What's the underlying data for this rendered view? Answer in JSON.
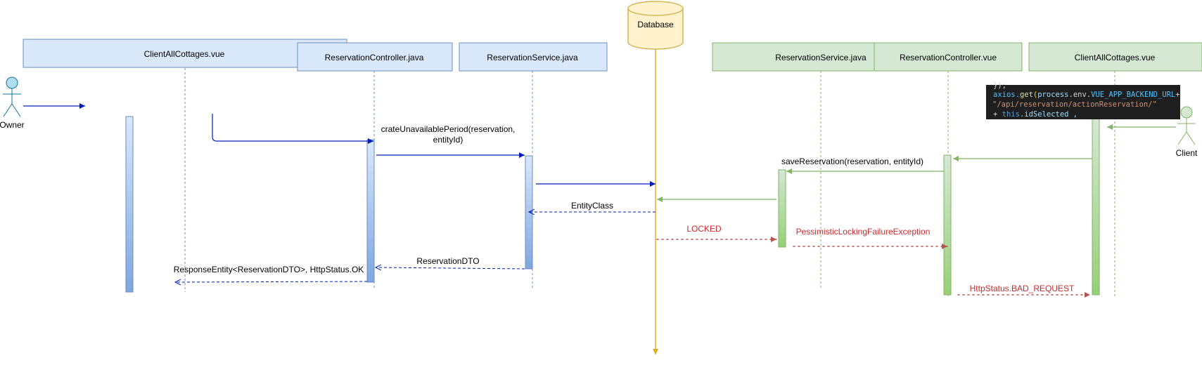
{
  "actors": {
    "owner": "Owner",
    "client": "Client"
  },
  "database": "Database",
  "left_lanes": {
    "client_all_cottages": "ClientAllCottages.vue",
    "reservation_controller": "ReservationController.java",
    "reservation_service": "ReservationService.java"
  },
  "right_lanes": {
    "reservation_service": "ReservationService.java",
    "reservation_controller": "ReservationController.vue",
    "client_all_cottages": "ClientAllCottages.vue"
  },
  "messages": {
    "crate_unavailable_line1": "crateUnavailablePeriod(reservation,",
    "crate_unavailable_line2": "entityId)",
    "entity_class": "EntityClass",
    "reservation_dto": "ReservationDTO",
    "response_entity": "ResponseEntity<ReservationDTO>, HttpStatus.OK",
    "save_reservation": "saveReservation(reservation, entityId)",
    "locked": "LOCKED",
    "pessimistic": "PessimisticLockingFailureException",
    "bad_request": "HttpStatus.BAD_REQUEST"
  },
  "code_snippet": {
    "line0": "});",
    "line1_a": "axios.",
    "line1_b": "get",
    "line1_c": "(",
    "line1_d": "process",
    "line1_e": ".env.",
    "line1_f": "VUE_APP_BACKEND_URL",
    "line1_g": "+",
    "line2": "\"/api/reservation/actionReservation/\"",
    "line3_a": "+ ",
    "line3_b": "this",
    "line3_c": ".idSelected ,"
  },
  "colors": {
    "blue_fill": "#dae8fc",
    "blue_stroke": "#6c8ebf",
    "blue_arrow": "#001dbc",
    "green_fill": "#d5e8d4",
    "green_stroke": "#82b366",
    "db_fill": "#fff2cc",
    "db_stroke": "#d6b656",
    "db_line": "#e6a817",
    "red": "#b85450",
    "code_bg": "#1e1e1e"
  }
}
